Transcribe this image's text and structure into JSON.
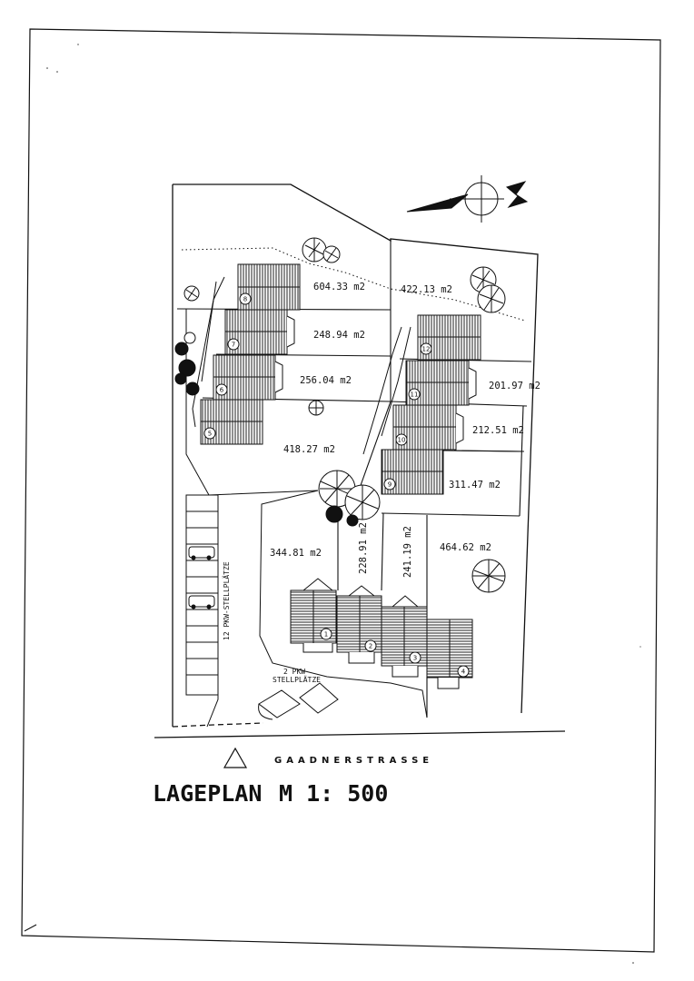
{
  "plots": [
    {
      "id": "lot-8",
      "area": "604.33 m2"
    },
    {
      "id": "lot-12-side",
      "area": "422.13 m2"
    },
    {
      "id": "lot-7",
      "area": "248.94 m2"
    },
    {
      "id": "lot-6",
      "area": "256.04 m2"
    },
    {
      "id": "lot-11",
      "area": "201.97 m2"
    },
    {
      "id": "lot-10",
      "area": "212.51 m2"
    },
    {
      "id": "lot-5",
      "area": "418.27 m2"
    },
    {
      "id": "lot-9",
      "area": "311.47 m2"
    },
    {
      "id": "lot-1",
      "area": "344.81 m2"
    },
    {
      "id": "lot-2",
      "area": "228.91 m2"
    },
    {
      "id": "lot-3",
      "area": "241.19 m2"
    },
    {
      "id": "lot-4",
      "area": "464.62 m2"
    }
  ],
  "house_numbers": [
    "1",
    "2",
    "3",
    "4",
    "5",
    "6",
    "7",
    "8",
    "9",
    "10",
    "11",
    "12"
  ],
  "parking_label_12": "12 PKW-STELLPLÄTZE",
  "parking_label_2_line1": "2 PKW",
  "parking_label_2_line2": "STELLPLÄTZE",
  "street": "GAADNERSTRASSE",
  "title": "LAGEPLAN",
  "scale": "M 1: 500",
  "colors": {
    "ink": "#111111",
    "paper": "#ffffff",
    "hatch": "#222222"
  },
  "icons": [
    "north-arrow-icon",
    "tree-icon",
    "car-icon",
    "triangle-marker-icon"
  ]
}
